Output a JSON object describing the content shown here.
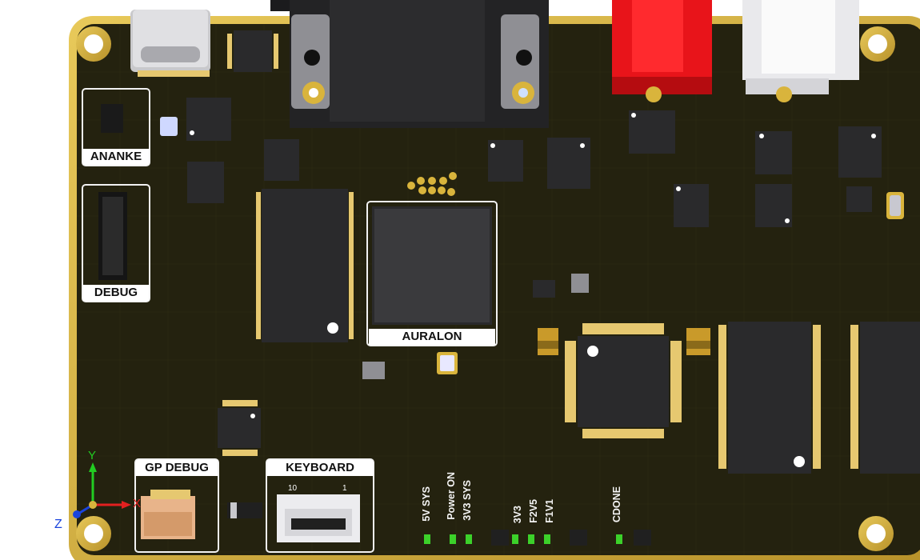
{
  "board": {
    "colors": {
      "pcb": "#24220f",
      "gold": "#d9b43c",
      "silkscreen": "#f2f2f2",
      "ic_body": "#2a2a2c",
      "pins": "#e6c870",
      "led_green": "#3cd12a"
    }
  },
  "labels": {
    "ananke": "ANANKE",
    "debug": "DEBUG",
    "auralon": "AURALON",
    "gp_debug": "GP DEBUG",
    "keyboard": "KEYBOARD",
    "kb_pin10": "10",
    "kb_pin1": "1"
  },
  "leds": [
    "5V SYS",
    "Power ON",
    "3V3 SYS",
    "3V3",
    "F2V5",
    "F1V1",
    "CDONE"
  ],
  "axes": {
    "y": "Y",
    "x": "X",
    "z": "Z"
  },
  "icons": [
    "usb-c-connector-icon",
    "barrel-jack-icon",
    "red-connector-icon",
    "white-connector-icon",
    "axis-gizmo-icon"
  ]
}
